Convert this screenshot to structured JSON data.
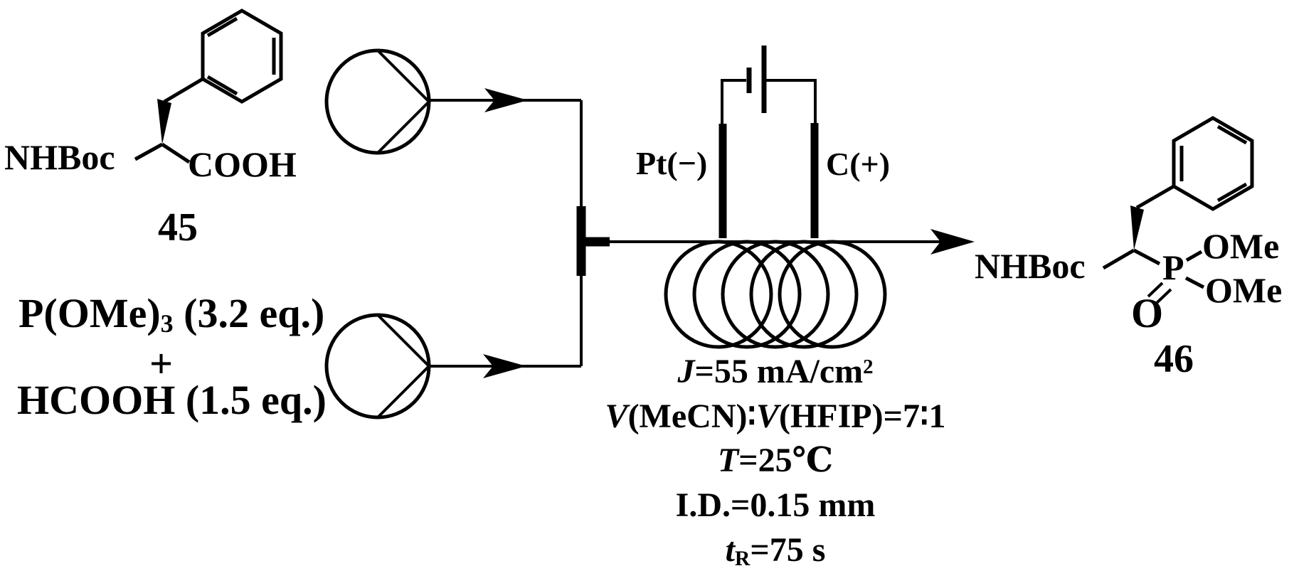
{
  "colors": {
    "ink": "#000000",
    "background": "#ffffff"
  },
  "reactant": {
    "nhboc": "NHBoc",
    "cooh": "COOH",
    "number": "45"
  },
  "reagents": {
    "line1_main": "P(OMe)",
    "line1_sub": "3",
    "line1_eq": " (3.2 eq.)",
    "plus": "+",
    "line2": "HCOOH (1.5 eq.)"
  },
  "cell": {
    "cathode_label": "Pt(−)",
    "anode_label": "C(+)"
  },
  "conditions": {
    "current_var": "J",
    "current_rest": "=55 mA/cm",
    "current_sup": "2",
    "solvent_var1": "V",
    "solvent_mid": "(MeCN)∶",
    "solvent_var2": "V",
    "solvent_rest": "(HFIP)=7∶1",
    "temp_var": "T",
    "temp_rest": "=25℃",
    "inner_diameter": "I.D.=0.15 mm",
    "time_var": "t",
    "time_sub": "R",
    "time_rest": "=75 s"
  },
  "product": {
    "nhboc": "NHBoc",
    "p": "P",
    "ome_top": "OMe",
    "ome_bottom": "OMe",
    "o": "O",
    "number": "46"
  }
}
